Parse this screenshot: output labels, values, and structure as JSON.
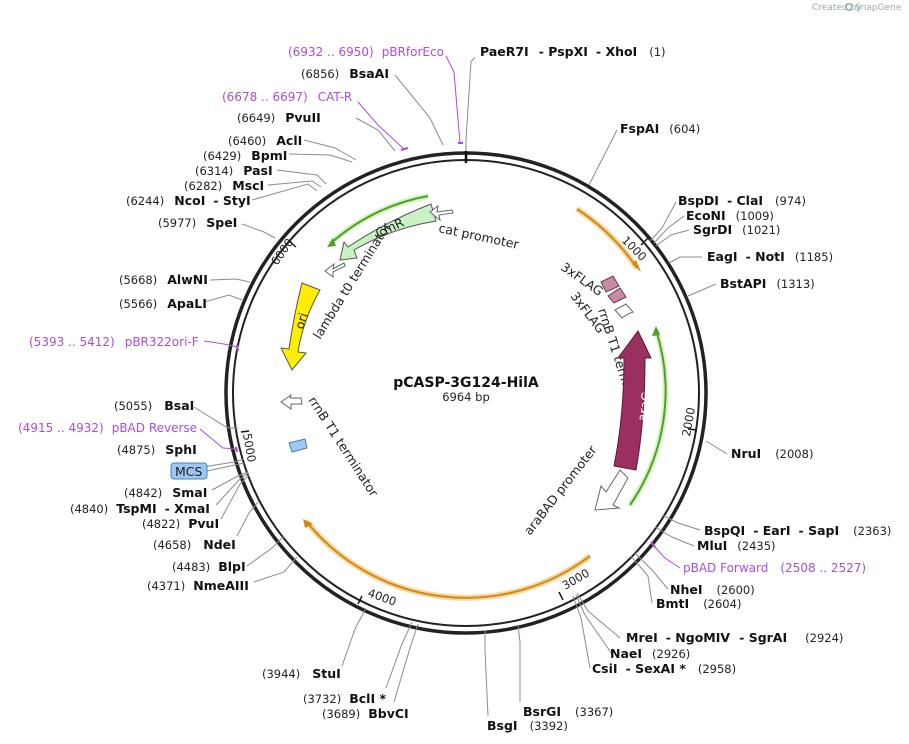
{
  "credit": "Created by",
  "brand": "SnapGene",
  "plasmid": {
    "name": "pCASP-3G124-HilA",
    "length_label": "6964 bp",
    "length": 6964
  },
  "ticks": [
    "1000",
    "2000",
    "3000",
    "4000",
    "5000",
    "6000"
  ],
  "sites": [
    {
      "id": "s1",
      "names": [
        "PaeR7I",
        "PspXI",
        "XhoI"
      ],
      "pos": "(1)"
    },
    {
      "id": "s2",
      "names": [
        "FspAI"
      ],
      "pos": "(604)"
    },
    {
      "id": "s3",
      "names": [
        "BspDI",
        "ClaI"
      ],
      "pos": "(974)"
    },
    {
      "id": "s4",
      "names": [
        "EcoNI"
      ],
      "pos": "(1009)"
    },
    {
      "id": "s5",
      "names": [
        "SgrDI"
      ],
      "pos": "(1021)"
    },
    {
      "id": "s6",
      "names": [
        "EagI",
        "NotI"
      ],
      "pos": "(1185)"
    },
    {
      "id": "s7",
      "names": [
        "BstAPI"
      ],
      "pos": "(1313)"
    },
    {
      "id": "s8",
      "names": [
        "NruI"
      ],
      "pos": "(2008)"
    },
    {
      "id": "s9",
      "names": [
        "BspQI",
        "EarI",
        "SapI"
      ],
      "pos": "(2363)"
    },
    {
      "id": "s10",
      "names": [
        "MluI"
      ],
      "pos": "(2435)"
    },
    {
      "id": "s11",
      "names": [
        "NheI"
      ],
      "pos": "(2600)"
    },
    {
      "id": "s12",
      "names": [
        "BmtI"
      ],
      "pos": "(2604)"
    },
    {
      "id": "s13",
      "names": [
        "MreI",
        "NgoMIV",
        "SgrAI"
      ],
      "pos": "(2924)"
    },
    {
      "id": "s14",
      "names": [
        "NaeI"
      ],
      "pos": "(2926)"
    },
    {
      "id": "s15",
      "names": [
        "CsiI",
        "SexAI *"
      ],
      "pos": "(2958)"
    },
    {
      "id": "s16",
      "names": [
        "BsrGI"
      ],
      "pos": "(3367)"
    },
    {
      "id": "s17",
      "names": [
        "BsgI"
      ],
      "pos": "(3392)"
    },
    {
      "id": "s18",
      "names": [
        "BbvCI"
      ],
      "pos": "(3689)"
    },
    {
      "id": "s19",
      "names": [
        "BclI *"
      ],
      "pos": "(3732)"
    },
    {
      "id": "s20",
      "names": [
        "StuI"
      ],
      "pos": "(3944)"
    },
    {
      "id": "s21",
      "names": [
        "NmeAIII"
      ],
      "pos": "(4371)"
    },
    {
      "id": "s22",
      "names": [
        "BlpI"
      ],
      "pos": "(4483)"
    },
    {
      "id": "s23",
      "names": [
        "NdeI"
      ],
      "pos": "(4658)"
    },
    {
      "id": "s24",
      "names": [
        "PvuI"
      ],
      "pos": "(4822)"
    },
    {
      "id": "s25",
      "names": [
        "TspMI",
        "XmaI"
      ],
      "pos": "(4840)"
    },
    {
      "id": "s26",
      "names": [
        "SmaI"
      ],
      "pos": "(4842)"
    },
    {
      "id": "s27",
      "names": [
        "SphI"
      ],
      "pos": "(4875)"
    },
    {
      "id": "s28",
      "names": [
        "BsaI"
      ],
      "pos": "(5055)"
    },
    {
      "id": "s29",
      "names": [
        "ApaLI"
      ],
      "pos": "(5566)"
    },
    {
      "id": "s30",
      "names": [
        "AlwNI"
      ],
      "pos": "(5668)"
    },
    {
      "id": "s31",
      "names": [
        "SpeI"
      ],
      "pos": "(5977)"
    },
    {
      "id": "s32",
      "names": [
        "NcoI",
        "StyI"
      ],
      "pos": "(6244)"
    },
    {
      "id": "s33",
      "names": [
        "MscI"
      ],
      "pos": "(6282)"
    },
    {
      "id": "s34",
      "names": [
        "PasI"
      ],
      "pos": "(6314)"
    },
    {
      "id": "s35",
      "names": [
        "BpmI"
      ],
      "pos": "(6429)"
    },
    {
      "id": "s36",
      "names": [
        "AclI"
      ],
      "pos": "(6460)"
    },
    {
      "id": "s37",
      "names": [
        "PvuII"
      ],
      "pos": "(6649)"
    },
    {
      "id": "s38",
      "names": [
        "BsaAI"
      ],
      "pos": "(6856)"
    }
  ],
  "primers": [
    {
      "id": "p1",
      "name": "pBRforEco",
      "range": "(6932 .. 6950)"
    },
    {
      "id": "p2",
      "name": "CAT-R",
      "range": "(6678 .. 6697)"
    },
    {
      "id": "p3",
      "name": "pBR322ori-F",
      "range": "(5393 .. 5412)"
    },
    {
      "id": "p4",
      "name": "pBAD Reverse",
      "range": "(4915 .. 4932)"
    },
    {
      "id": "p5",
      "name": "pBAD Forward",
      "range": "(2508 .. 2527)"
    }
  ],
  "features": {
    "cmr": "CmR",
    "cat_promoter": "cat promoter",
    "lambda_t0": "lambda t0 terminator",
    "ori": "ori",
    "rrnb_left": "rrnB T1 terminator",
    "mcs": "MCS",
    "flag1": "3xFLAG",
    "flag2": "3xFLAG",
    "rrnb_right": "rrnB T1 terminator",
    "arac": "araC",
    "arabad": "araBAD promoter"
  },
  "colors": {
    "backbone": "#222222",
    "cmr": "#c8f2c4",
    "ori": "#ffee00",
    "arac": "#9b2f60",
    "flag": "#c98aa6",
    "mcs": "#9cc8f2",
    "orf_arrow": "#f2a62c",
    "primer": "#a94fd6",
    "leader": "#8c8c8c"
  }
}
